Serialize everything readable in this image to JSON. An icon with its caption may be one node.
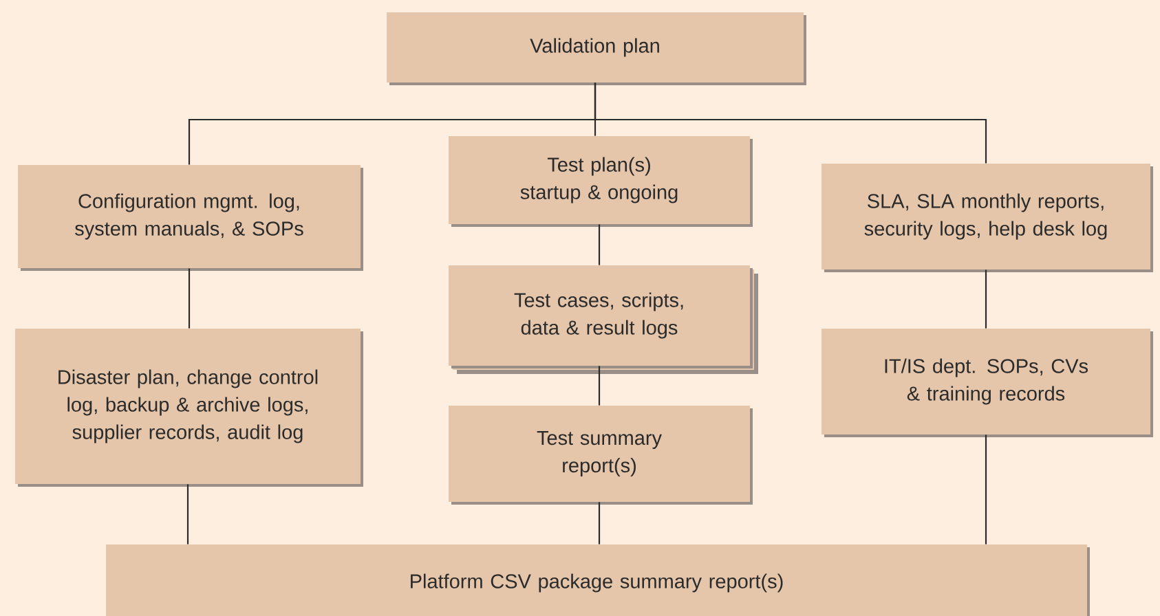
{
  "diagram": {
    "nodes": [
      {
        "text": [
          "Validation plan"
        ]
      },
      {
        "text": [
          "Configuration mgmt. log, system manuals, & SOPs"
        ]
      },
      {
        "text": [
          "Test plan(s) startup & ongoing"
        ]
      },
      {
        "text": [
          "SLA, SLA monthly reports, security logs, help desk log"
        ]
      },
      {
        "text": [
          "Test cases, scripts, data & result logs"
        ]
      },
      {
        "text": [
          "Disaster plan, change control log, backup & archive logs, supplier records, audit log"
        ]
      },
      {
        "text": [
          "Test summary report(s)"
        ]
      },
      {
        "text": [
          "IT/IS dept. SOPs, CVs & training records"
        ]
      },
      {
        "text": [
          "Platform CSV package summary report(s)"
        ]
      }
    ],
    "edges": [
      {
        "from": 0,
        "to": 1,
        "arrow": "none"
      },
      {
        "from": 0,
        "to": 2,
        "arrow": "none"
      },
      {
        "from": 0,
        "to": 3,
        "arrow": "none"
      },
      {
        "from": 1,
        "to": 5,
        "arrow": "none"
      },
      {
        "from": 2,
        "to": 4,
        "arrow": "none"
      },
      {
        "from": 4,
        "to": 6,
        "arrow": "none"
      },
      {
        "from": 3,
        "to": 7,
        "arrow": "none"
      },
      {
        "from": 5,
        "to": 8,
        "arrow": "none"
      },
      {
        "from": 6,
        "to": 8,
        "arrow": "none"
      },
      {
        "from": 7,
        "to": 8,
        "arrow": "none"
      }
    ]
  }
}
